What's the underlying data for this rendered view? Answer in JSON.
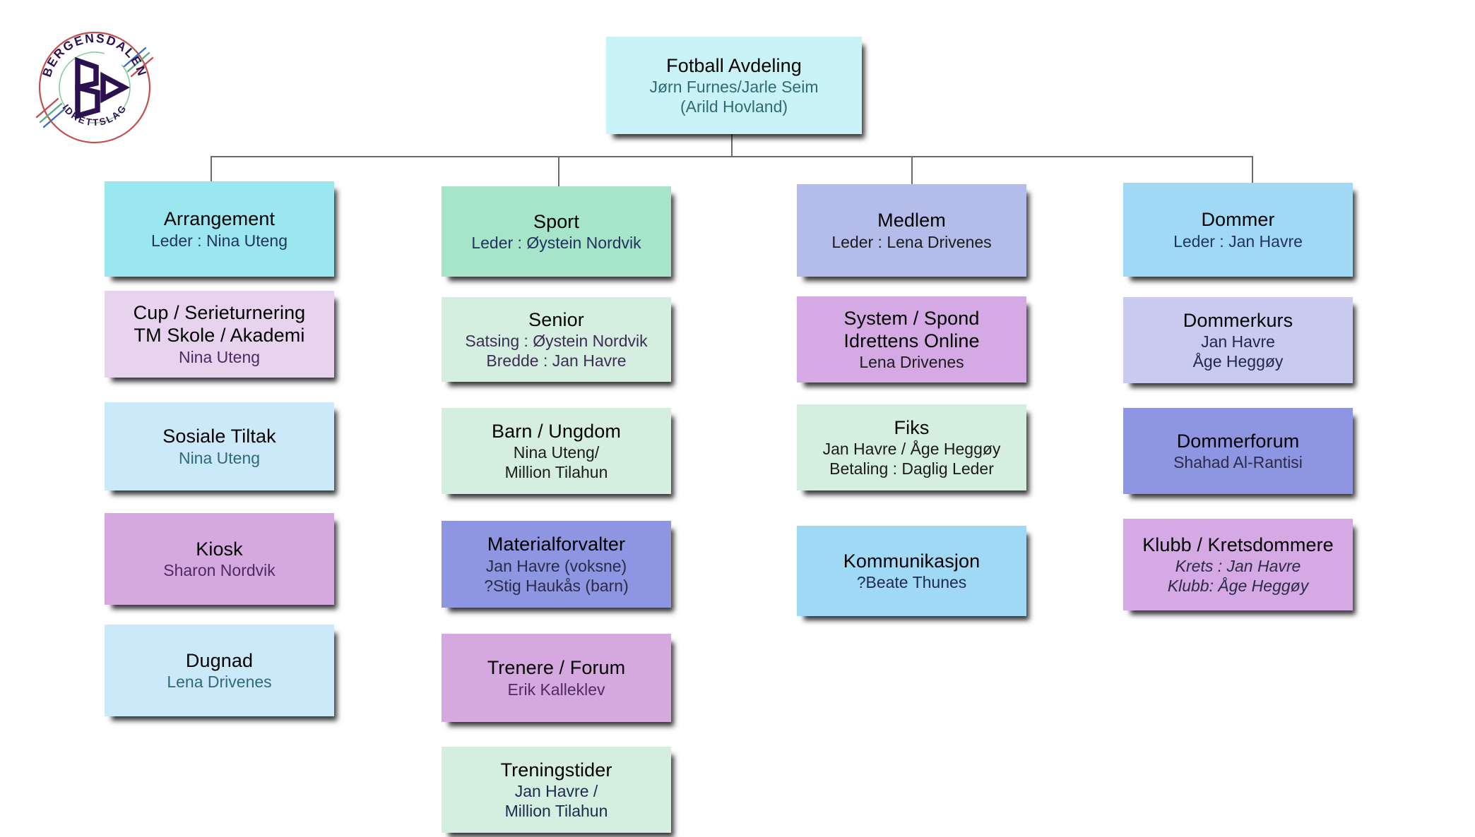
{
  "logo": {
    "top_arc_text": "BERGENSDALEN",
    "bottom_arc_text": "IDRETTSLAG",
    "monogram": "BD",
    "ring_color": "#c0504d",
    "text_color": "#2e1martin"
  },
  "chart_data": {
    "type": "diagram",
    "title": "Fotball Avdeling organisasjonskart",
    "root": {
      "title": "Fotball Avdeling",
      "lines": [
        "Jørn Furnes/Jarle Seim",
        "(Arild Hovland)"
      ]
    },
    "columns": [
      {
        "head": {
          "title": "Arrangement",
          "lines": [
            "Leder : Nina Uteng"
          ]
        },
        "children": [
          {
            "title_lines": [
              "Cup / Serieturnering",
              "TM Skole / Akademi"
            ],
            "lines": [
              "Nina Uteng"
            ]
          },
          {
            "title_lines": [
              "Sosiale Tiltak"
            ],
            "lines": [
              "Nina Uteng"
            ]
          },
          {
            "title_lines": [
              "Kiosk"
            ],
            "lines": [
              "Sharon Nordvik"
            ]
          },
          {
            "title_lines": [
              "Dugnad"
            ],
            "lines": [
              "Lena Drivenes"
            ]
          }
        ]
      },
      {
        "head": {
          "title": "Sport",
          "lines": [
            "Leder : Øystein Nordvik"
          ]
        },
        "children": [
          {
            "title_lines": [
              "Senior"
            ],
            "lines": [
              "Satsing : Øystein Nordvik",
              "Bredde : Jan Havre"
            ]
          },
          {
            "title_lines": [
              "Barn / Ungdom"
            ],
            "lines": [
              "Nina Uteng/",
              "Million Tilahun"
            ]
          },
          {
            "title_lines": [
              "Materialforvalter"
            ],
            "lines": [
              "Jan Havre (voksne)",
              "?Stig Haukås (barn)"
            ]
          },
          {
            "title_lines": [
              "Trenere / Forum"
            ],
            "lines": [
              "Erik Kalleklev"
            ]
          },
          {
            "title_lines": [
              "Treningstider"
            ],
            "lines": [
              "Jan Havre /",
              "Million Tilahun"
            ]
          }
        ]
      },
      {
        "head": {
          "title": "Medlem",
          "lines": [
            "Leder : Lena Drivenes"
          ]
        },
        "children": [
          {
            "title_lines": [
              "System / Spond",
              "Idrettens Online"
            ],
            "lines": [
              "Lena Drivenes"
            ]
          },
          {
            "title_lines": [
              "Fiks"
            ],
            "lines": [
              "Jan Havre / Åge Heggøy",
              "Betaling : Daglig Leder"
            ]
          },
          {
            "title_lines": [
              "Kommunikasjon"
            ],
            "lines": [
              "?Beate Thunes"
            ]
          }
        ]
      },
      {
        "head": {
          "title": "Dommer",
          "lines": [
            "Leder : Jan Havre"
          ]
        },
        "children": [
          {
            "title_lines": [
              "Dommerkurs"
            ],
            "lines": [
              "Jan Havre",
              "Åge Heggøy"
            ]
          },
          {
            "title_lines": [
              "Dommerforum"
            ],
            "lines": [
              "Shahad Al-Rantisi"
            ]
          },
          {
            "title_lines": [
              "Klubb / Kretsdommere"
            ],
            "lines": [
              "Krets : Jan Havre",
              "Klubb: Åge Heggøy"
            ]
          }
        ]
      }
    ]
  },
  "nodes": {
    "root": {
      "title": "Fotball Avdeling",
      "l1": "Jørn Furnes/Jarle Seim",
      "l2": "(Arild Hovland)"
    },
    "arrangement": {
      "title": "Arrangement",
      "l1": "Leder : Nina Uteng"
    },
    "cup": {
      "t1": "Cup / Serieturnering",
      "t2": "TM Skole / Akademi",
      "l1": "Nina Uteng"
    },
    "sosiale": {
      "title": "Sosiale Tiltak",
      "l1": "Nina Uteng"
    },
    "kiosk": {
      "title": "Kiosk",
      "l1": "Sharon Nordvik"
    },
    "dugnad": {
      "title": "Dugnad",
      "l1": "Lena Drivenes"
    },
    "sport": {
      "title": "Sport",
      "l1": "Leder : Øystein Nordvik"
    },
    "senior": {
      "title": "Senior",
      "l1": "Satsing : Øystein Nordvik",
      "l2": "Bredde : Jan Havre"
    },
    "barn": {
      "title": "Barn / Ungdom",
      "l1": "Nina Uteng/",
      "l2": "Million Tilahun"
    },
    "material": {
      "title": "Materialforvalter",
      "l1": "Jan Havre (voksne)",
      "l2": "?Stig Haukås (barn)"
    },
    "trenere": {
      "title": "Trenere / Forum",
      "l1": "Erik Kalleklev"
    },
    "treningstider": {
      "title": "Treningstider",
      "l1": "Jan Havre /",
      "l2": "Million Tilahun"
    },
    "medlem": {
      "title": "Medlem",
      "l1": "Leder : Lena Drivenes"
    },
    "system": {
      "t1": "System / Spond",
      "t2": "Idrettens Online",
      "l1": "Lena Drivenes"
    },
    "fiks": {
      "title": "Fiks",
      "l1": "Jan Havre / Åge Heggøy",
      "l2": "Betaling : Daglig Leder"
    },
    "kommunikasjon": {
      "title": "Kommunikasjon",
      "l1": "?Beate Thunes"
    },
    "dommer": {
      "title": "Dommer",
      "l1": "Leder : Jan Havre"
    },
    "dommerkurs": {
      "title": "Dommerkurs",
      "l1": "Jan Havre",
      "l2": "Åge Heggøy"
    },
    "dommerforum": {
      "title": "Dommerforum",
      "l1": "Shahad Al-Rantisi"
    },
    "klubb": {
      "title": "Klubb / Kretsdommere",
      "l1": "Krets : Jan Havre",
      "l2": "Klubb: Åge Heggøy"
    }
  },
  "colors": {
    "root": "#caf3f8",
    "cyan": "#9ae7f0",
    "skyblue": "#9fd9f6",
    "paleblue": "#cbe9f8",
    "mint": "#a6e5c9",
    "palemint": "#d4efdf",
    "pinklav": "#e7d3ee",
    "orchid": "#d6a8e0",
    "periwinkle": "#b4bcea",
    "periwinkle_light": "#c8caef",
    "periwinkle_strong": "#8e96e2",
    "connector": "#6b6b6b",
    "page_background": "#ffffff"
  }
}
